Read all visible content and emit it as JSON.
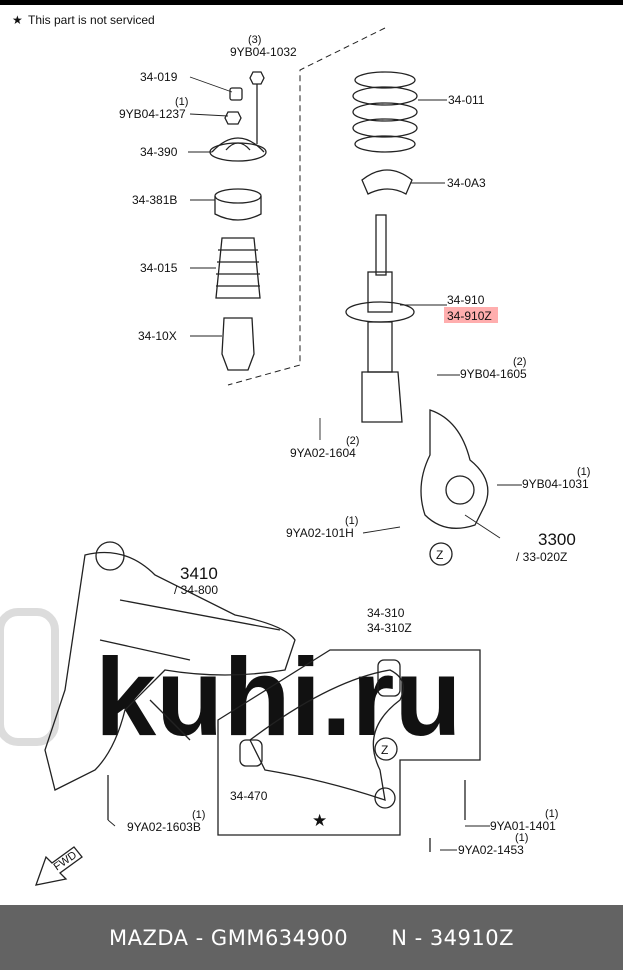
{
  "note": "This part is not serviced",
  "parts": {
    "bolt_upper_top": {
      "code": "9YB04-1032",
      "qty": "(3)"
    },
    "nut_upper": {
      "code": "9YB04-1237",
      "qty": "(1)"
    },
    "p34_019": "34-019",
    "p34_390": "34-390",
    "p34_381b": "34-381B",
    "p34_015": "34-015",
    "p34_10x": "34-10X",
    "p34_011": "34-011",
    "p34_0a3": "34-0A3",
    "p34_910": "34-910",
    "p34_910z": "34-910Z",
    "bolt_strut_nut": {
      "code": "9YB04-1605",
      "qty": "(2)"
    },
    "bolt_strut": {
      "code": "9YA02-1604",
      "qty": "(2)"
    },
    "nut_knuckle": {
      "code": "9YB04-1031",
      "qty": "(1)"
    },
    "bolt_knuckle": {
      "code": "9YA02-101H",
      "qty": "(1)"
    },
    "ref_3300": "3300",
    "ref_33_020z": "/ 33-020Z",
    "ref_3410": "3410",
    "ref_34_800": "/ 34-800",
    "p34_310": "34-310",
    "p34_310z": "34-310Z",
    "p34_470": "34-470",
    "bolt_arm_front": {
      "code": "9YA02-1603B",
      "qty": "(1)"
    },
    "bolt_arm_rear": {
      "code": "9YA01-1401",
      "qty": "(1)"
    },
    "bolt_arm_rear2": {
      "code": "9YA02-1453",
      "qty": "(1)"
    },
    "z_marker": "Z",
    "fwd": "FWD"
  },
  "watermark": "kuhi.ru",
  "footer": {
    "brand_code": "MAZDA - GMM634900",
    "part_no": "N - 34910Z"
  }
}
